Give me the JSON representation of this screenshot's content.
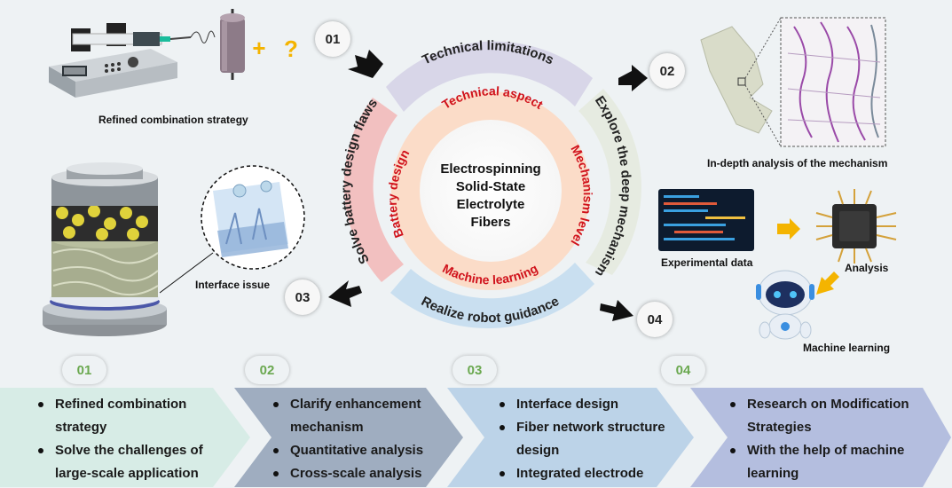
{
  "center": {
    "line1": "Electrospinning",
    "line2": "Solid-State",
    "line3": "Electrolyte",
    "line4": "Fibers"
  },
  "inner_ring": {
    "top": "Technical aspect",
    "right": "Mechanism level",
    "bottom": "Machine learning",
    "left": "Battery design"
  },
  "outer_ring": {
    "top": "Technical limitations",
    "right": "Explore the deep mechanism",
    "bottom": "Realize robot guidance",
    "left": "Solve battery design flaws"
  },
  "markers": [
    "01",
    "02",
    "03",
    "04"
  ],
  "labels": {
    "refined": "Refined combination strategy",
    "mechanism": "In-depth analysis of the mechanism",
    "interface": "Interface issue",
    "experimental": "Experimental data",
    "analysis": "Analysis",
    "machine": "Machine learning",
    "plus": "+",
    "question": "?"
  },
  "steps": [
    {
      "num": "01",
      "items": [
        "Refined combination",
        "strategy",
        "Solve the challenges of",
        "large-scale application"
      ]
    },
    {
      "num": "02",
      "items": [
        "Clarify enhancement",
        "mechanism",
        "Quantitative analysis",
        "Cross-scale analysis"
      ]
    },
    {
      "num": "03",
      "items": [
        "Interface design",
        "Fiber network structure",
        "design",
        "Integrated electrode"
      ]
    },
    {
      "num": "04",
      "items": [
        "Research on Modification",
        "Strategies",
        "With the help of machine",
        "learning"
      ]
    }
  ],
  "colors": {
    "outer_top": "#d8d6e8",
    "outer_right": "#e6ebe1",
    "outer_bottom": "#c9dff0",
    "outer_left": "#f2c0c0",
    "inner_ring": "#fbdcc8",
    "inner_text": "#d0121b",
    "chev1": "#d7ece6",
    "chev2": "#9fadc0",
    "chev3": "#bcd3e8",
    "chev4": "#b4bedf",
    "step_num": "#6aa84f"
  },
  "icons": [
    "syringe-pump-icon",
    "collector-drum-icon",
    "battery-cell-icon",
    "chip-icon",
    "robot-icon",
    "fiber-block-icon",
    "monitor-icon",
    "arrow-icon"
  ]
}
